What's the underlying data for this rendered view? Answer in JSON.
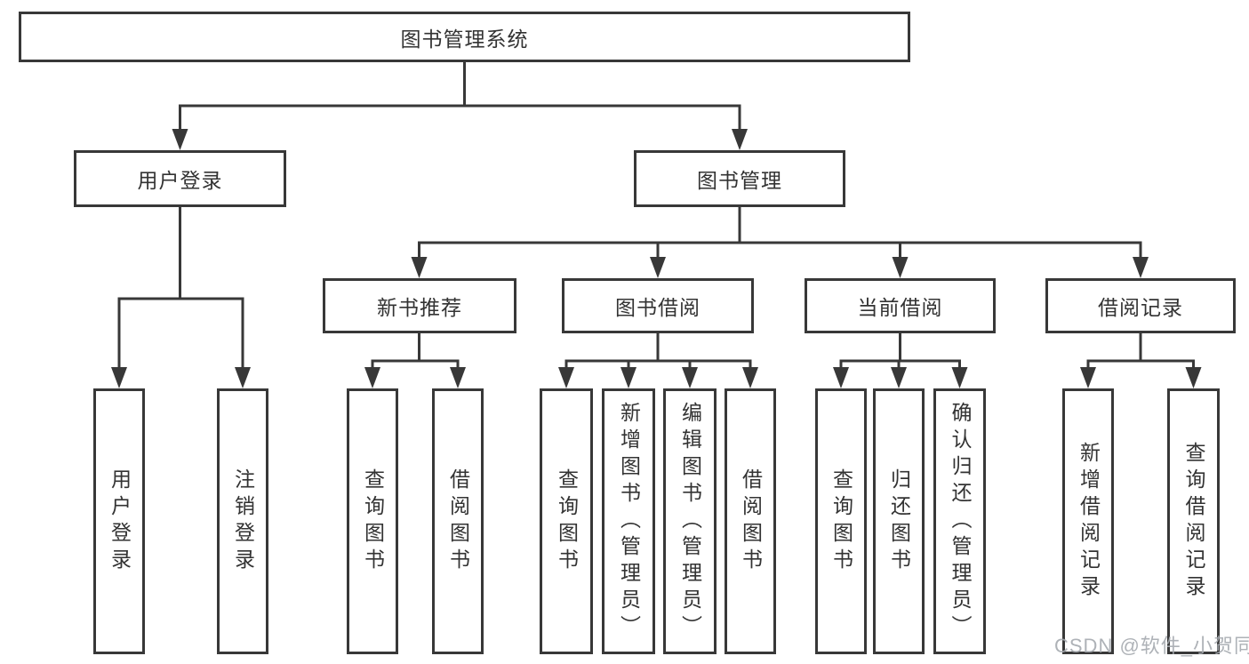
{
  "diagram": {
    "root": {
      "label": "图书管理系统"
    },
    "branches": [
      {
        "label": "用户登录",
        "leaves": [
          {
            "label": "用户登录"
          },
          {
            "label": "注销登录"
          }
        ]
      },
      {
        "label": "图书管理",
        "sections": [
          {
            "label": "新书推荐",
            "leaves": [
              {
                "label": "查询图书"
              },
              {
                "label": "借阅图书"
              }
            ]
          },
          {
            "label": "图书借阅",
            "leaves": [
              {
                "label": "查询图书"
              },
              {
                "label": "新增图书（管理员）"
              },
              {
                "label": "编辑图书（管理员）"
              },
              {
                "label": "借阅图书"
              }
            ]
          },
          {
            "label": "当前借阅",
            "leaves": [
              {
                "label": "查询图书"
              },
              {
                "label": "归还图书"
              },
              {
                "label": "确认归还（管理员）"
              }
            ]
          },
          {
            "label": "借阅记录",
            "leaves": [
              {
                "label": "新增借阅记录"
              },
              {
                "label": "查询借阅记录"
              }
            ]
          }
        ]
      }
    ]
  },
  "watermark": {
    "text": "CSDN @软件_小贺同学"
  },
  "colors": {
    "line": "#383838",
    "box_border": "#383838",
    "text": "#333333",
    "watermark": "#a5aaaf",
    "background": "#ffffff"
  }
}
